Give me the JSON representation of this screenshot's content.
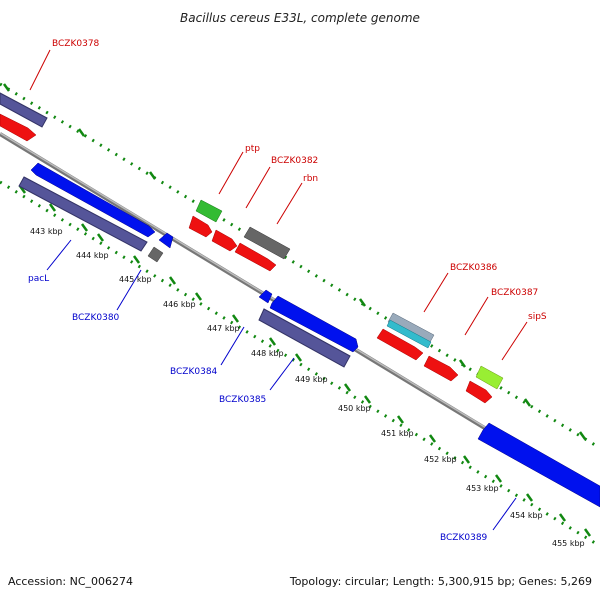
{
  "title": "Bacillus cereus E33L, complete genome",
  "footer": {
    "accession": "Accession: NC_006274",
    "summary": "Topology: circular; Length: 5,300,915 bp; Genes: 5,269"
  },
  "colors": {
    "forward_label": "#cc0000",
    "reverse_label": "#0000cc",
    "backbone": "#888888",
    "tick": "#118811",
    "cds_forward": "#ee1111",
    "cds_reverse": "#0011ee",
    "gene_blue_grey": "#555599",
    "gene_grey": "#666666",
    "gene_green": "#33bb33",
    "gene_light_green": "#99ee33",
    "gene_cyan": "#33bbcc",
    "gene_light_blue": "#99aabb"
  },
  "kbp_labels": [
    "443 kbp",
    "444 kbp",
    "445 kbp",
    "446 kbp",
    "447 kbp",
    "448 kbp",
    "449 kbp",
    "450 kbp",
    "451 kbp",
    "452 kbp",
    "453 kbp",
    "454 kbp",
    "455 kbp"
  ],
  "gene_labels": {
    "bczk0378": "BCZK0378",
    "ptp": "ptp",
    "bczk0382": "BCZK0382",
    "rbn": "rbn",
    "bczk0386": "BCZK0386",
    "bczk0387": "BCZK0387",
    "sips": "sipS",
    "pacl": "pacL",
    "bczk0380": "BCZK0380",
    "bczk0384": "BCZK0384",
    "bczk0385": "BCZK0385",
    "bczk0389": "BCZK0389"
  }
}
